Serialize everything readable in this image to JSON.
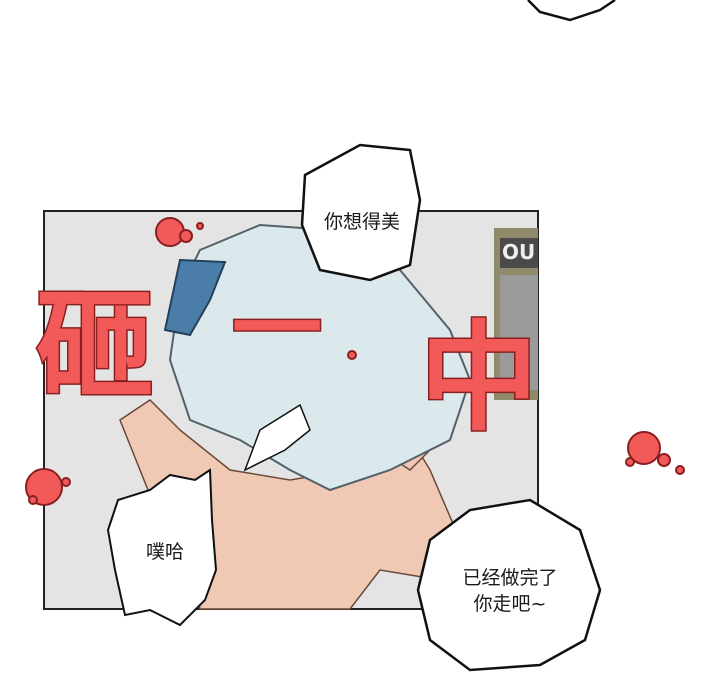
{
  "speech": {
    "top": "你想得美",
    "left": "噗哈",
    "right_line1": "已经做完了",
    "right_line2": "你走吧~"
  },
  "sound_effect": [
    "砸",
    "一",
    "中"
  ],
  "background_sign": "OU",
  "colors": {
    "sfx_fill": "#f25a5a",
    "sfx_outline": "#8a1f1f",
    "skin": "#f0c9b4",
    "shirt": "#dbe8ec",
    "panel_bg": "#e4e4e4"
  }
}
